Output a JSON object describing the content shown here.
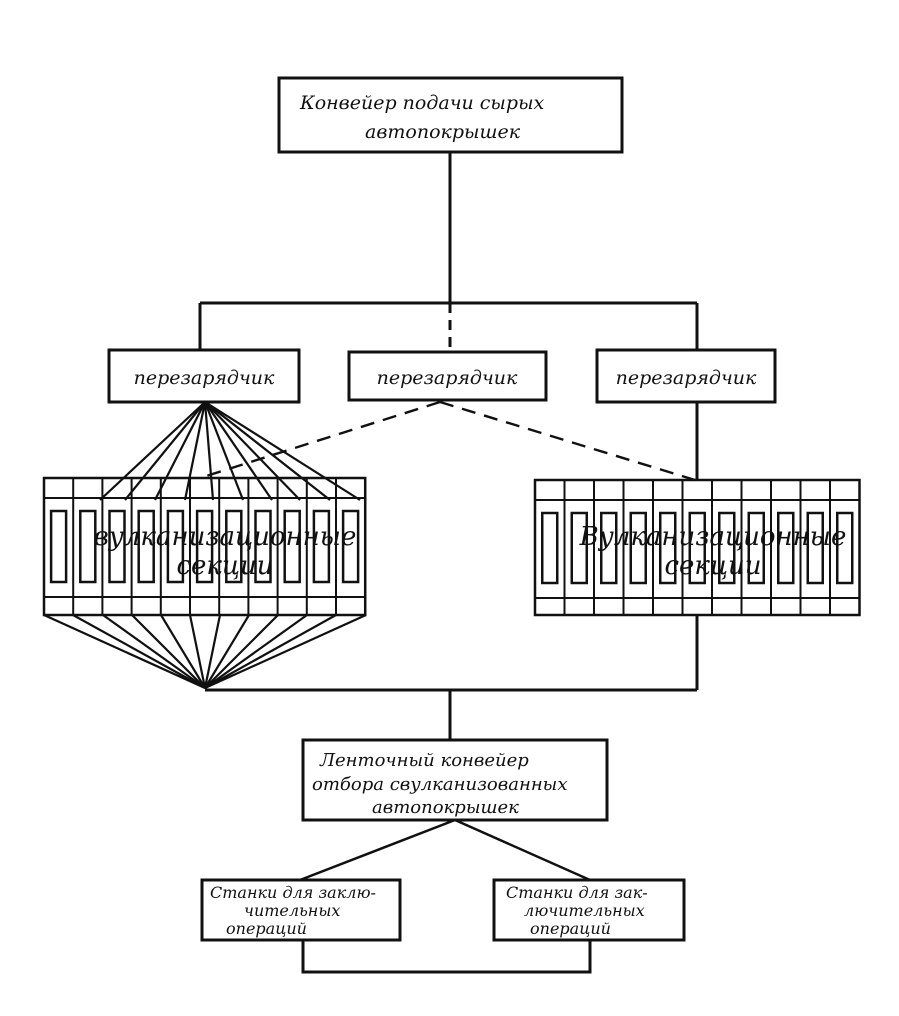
{
  "blocks": {
    "feed_conveyor": {
      "line1": "Конвейер подачи сырых",
      "line2": "автопокрышек"
    },
    "reloader_left": "перезарядчик",
    "reloader_center": "перезарядчик",
    "reloader_right": "перезарядчик",
    "vulcanization_left": {
      "line1": "вулканизационные",
      "line2": "секции"
    },
    "vulcanization_right": {
      "line1": "Вулканизационные",
      "line2": "секции"
    },
    "belt_conveyor": {
      "line1": "Ленточный конвейер",
      "line2": "отбора свулканизованных",
      "line3": "автопокрышек"
    },
    "machines_left": {
      "line1": "Станки для заклю-",
      "line2": "чительных",
      "line3": "операций"
    },
    "machines_right": {
      "line1": "Станки для зак-",
      "line2": "лючительных",
      "line3": "операций"
    }
  },
  "line_color": "#111111"
}
